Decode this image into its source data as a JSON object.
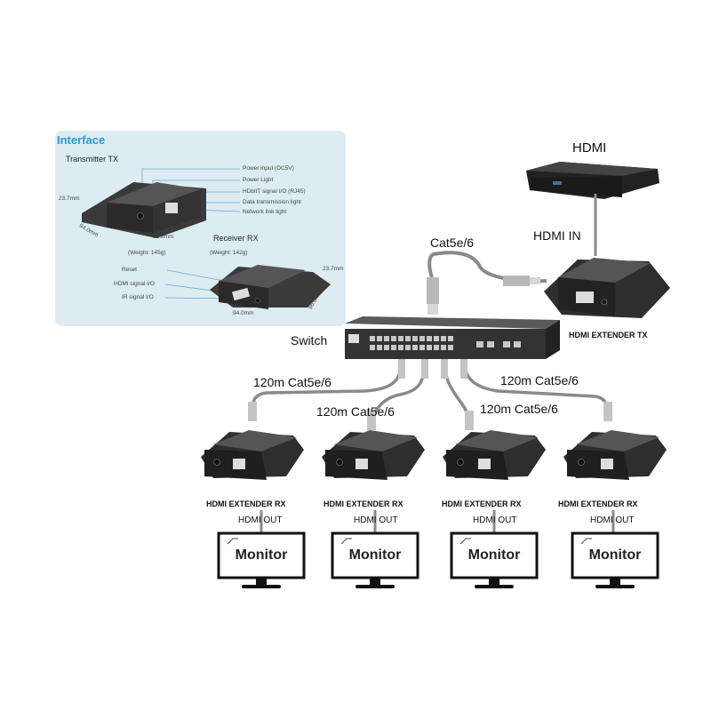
{
  "interface": {
    "title": "Interface",
    "tx_label": "Transmitter TX",
    "rx_label": "Receiver RX",
    "tx_callouts": [
      "Power input  (DC5V)",
      "Power Light",
      "HDbitT signal I/O (RJ45)",
      "Data transmission light",
      "Network link light"
    ],
    "tx_weight": "(Weight: 145g)",
    "rx_weight": "(Weight: 142g)",
    "rx_callouts": [
      "Reset",
      "HDMI signal I/O",
      "IR signal I/O"
    ],
    "dims": {
      "tx_h": "23.7mm",
      "tx_d": "94.0mm",
      "tx_w": "96.8mm",
      "rx_h": "23.7mm",
      "rx_w": "94.0mm",
      "rx_d": "96.8mm"
    }
  },
  "source": {
    "label": "HDMI",
    "input_label": "HDMI IN"
  },
  "tx": {
    "label": "HDMI EXTENDER TX"
  },
  "link": {
    "cable_label": "Cat5e/6"
  },
  "switch": {
    "label": "Switch"
  },
  "rx_cables": [
    "120m Cat5e/6",
    "120m Cat5e/6",
    "120m Cat5e/6",
    "120m Cat5e/6"
  ],
  "receivers": [
    {
      "label": "HDMI EXTENDER RX",
      "out_label": "HDMI OUT",
      "monitor_label": "Monitor"
    },
    {
      "label": "HDMI EXTENDER RX",
      "out_label": "HDMI OUT",
      "monitor_label": "Monitor"
    },
    {
      "label": "HDMI EXTENDER RX",
      "out_label": "HDMI OUT",
      "monitor_label": "Monitor"
    },
    {
      "label": "HDMI EXTENDER RX",
      "out_label": "HDMI OUT",
      "monitor_label": "Monitor"
    }
  ],
  "colors": {
    "accent": "#2a9ad3",
    "device": "#2b2b2b",
    "cable": "#8a8a8a",
    "panel": "#dcecf2"
  }
}
